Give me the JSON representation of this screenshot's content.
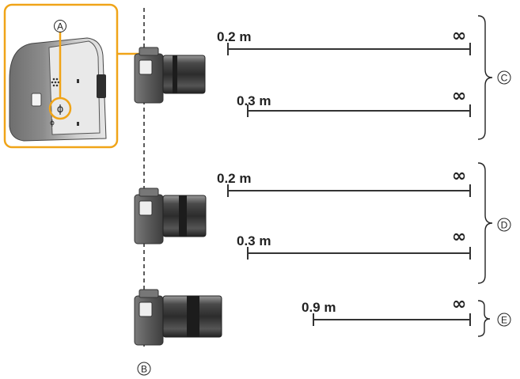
{
  "markers": {
    "a": "A",
    "b": "B",
    "c": "C",
    "d": "D",
    "e": "E"
  },
  "inset": {
    "symbol": "ϕ",
    "accent_color": "#f0a418"
  },
  "groups": [
    {
      "marker": "C",
      "ranges": [
        {
          "min": "0.2 m",
          "max": "∞"
        },
        {
          "min": "0.3 m",
          "max": "∞"
        }
      ]
    },
    {
      "marker": "D",
      "ranges": [
        {
          "min": "0.2 m",
          "max": "∞"
        },
        {
          "min": "0.3 m",
          "max": "∞"
        }
      ]
    },
    {
      "marker": "E",
      "ranges": [
        {
          "min": "0.9 m",
          "max": "∞"
        }
      ]
    }
  ],
  "colors": {
    "line": "#333333",
    "camera_body": "#5c5c5c",
    "lens": "#3a3a3a"
  }
}
